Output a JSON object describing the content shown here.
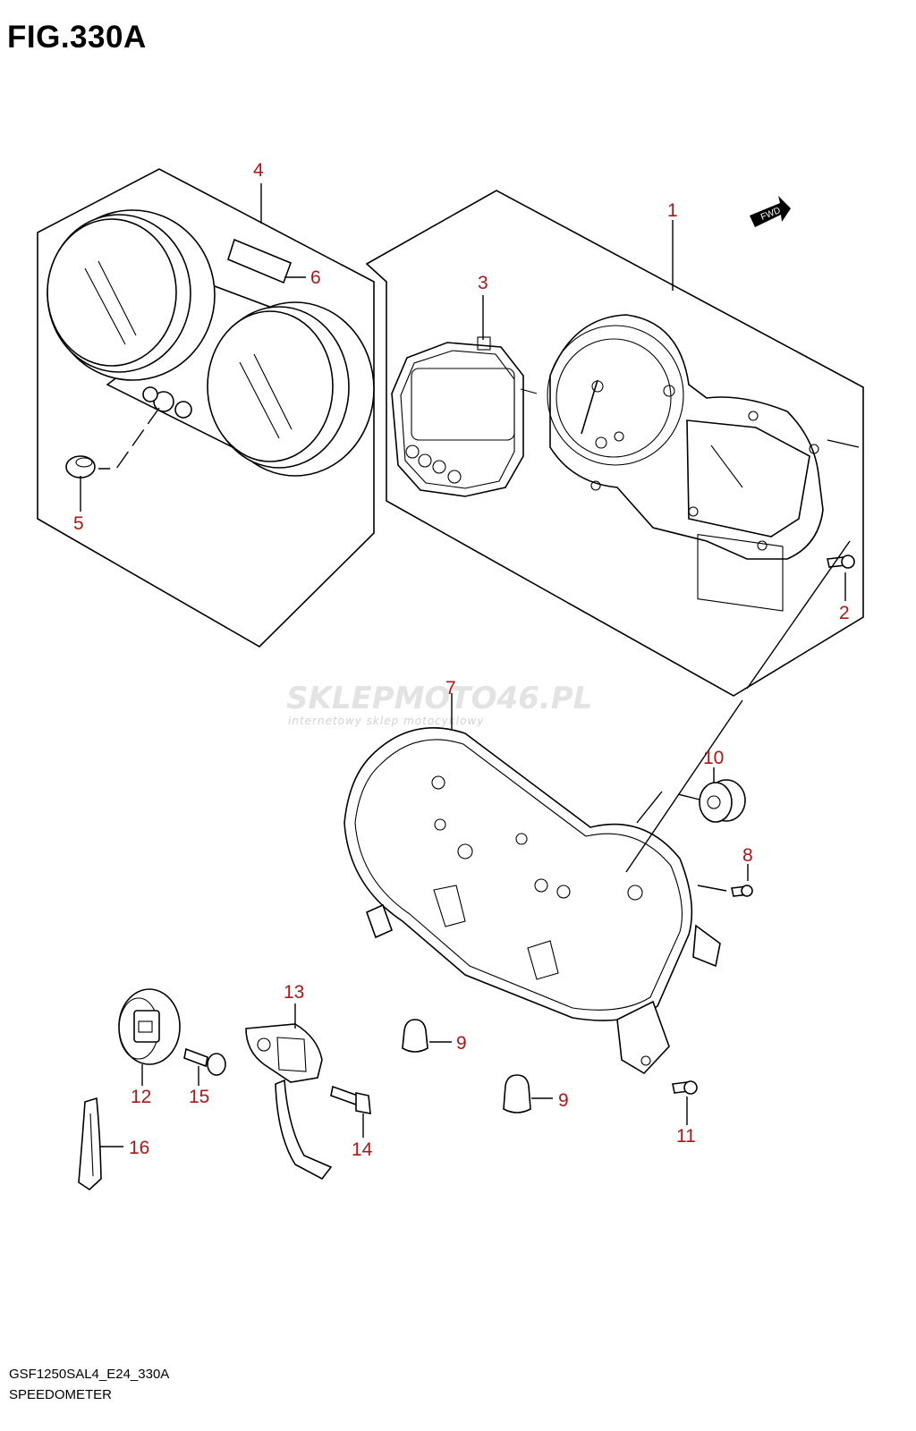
{
  "figure": {
    "title": "FIG.330A",
    "model_code": "GSF1250SAL4_E24_330A",
    "name": "SPEEDOMETER"
  },
  "direction_badge": "FWD",
  "watermark": {
    "brand": "SKLEPMOTO46.PL",
    "tagline": "internetowy sklep motocyklowy"
  },
  "callouts": {
    "c1": "1",
    "c2": "2",
    "c3": "3",
    "c4": "4",
    "c5": "5",
    "c6": "6",
    "c7": "7",
    "c8": "8",
    "c9a": "9",
    "c9b": "9",
    "c10": "10",
    "c11": "11",
    "c12": "12",
    "c13": "13",
    "c14": "14",
    "c15": "15",
    "c16": "16"
  },
  "colors": {
    "callout": "#b01515",
    "line": "#000000",
    "watermark": "#e3e3e3"
  }
}
